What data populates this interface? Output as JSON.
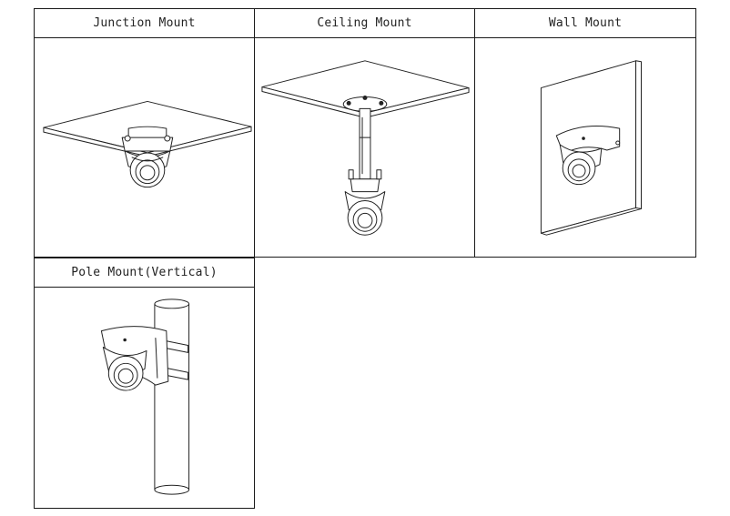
{
  "mounts": [
    {
      "title": "Junction Mount",
      "icon": "junction-mount-illustration"
    },
    {
      "title": "Ceiling Mount",
      "icon": "ceiling-mount-illustration"
    },
    {
      "title": "Wall Mount",
      "icon": "wall-mount-illustration"
    },
    {
      "title": "Pole Mount(Vertical)",
      "icon": "pole-mount-illustration"
    }
  ]
}
